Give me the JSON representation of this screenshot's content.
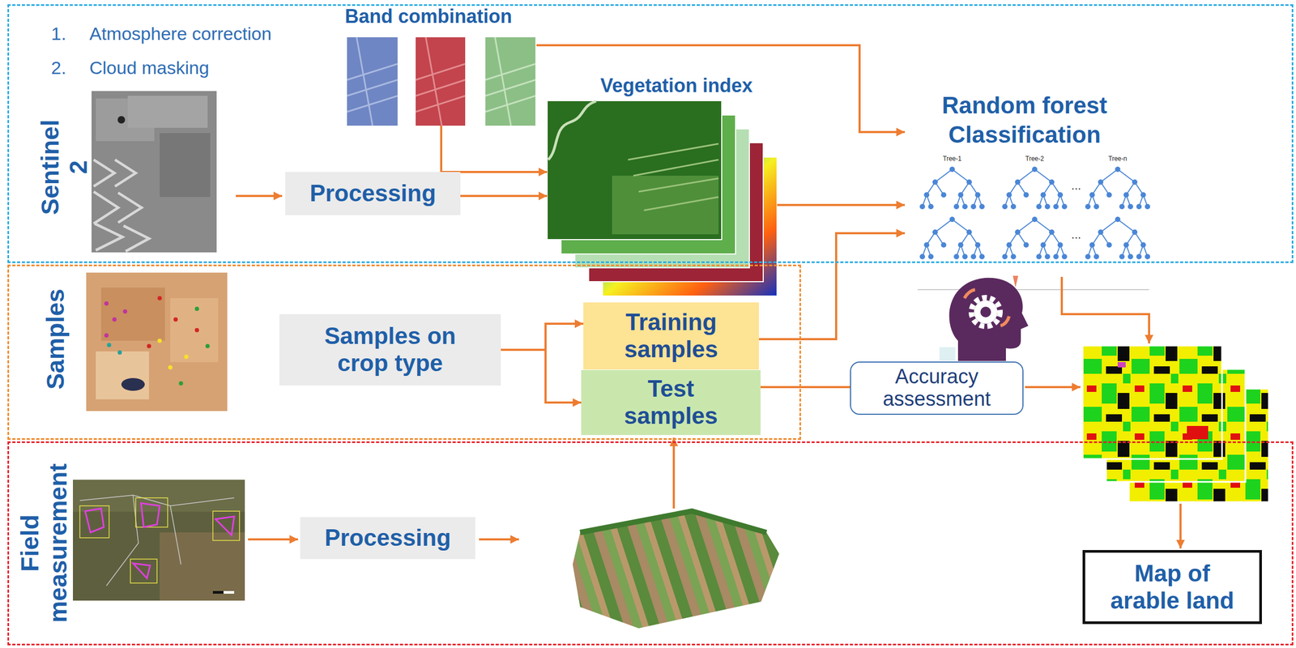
{
  "diagram": {
    "nodes": [
      {
        "text": [
          "Sentinel 2"
        ]
      },
      {
        "text": [
          "Band combination"
        ],
        "in": 0
      },
      {
        "text": [
          "Processing"
        ],
        "in": 0
      },
      {
        "text": [
          "Vegetation index"
        ],
        "in": 0
      },
      {
        "text": [
          "Random forest Classification"
        ],
        "in": 0
      },
      {
        "text": [
          "Samples"
        ]
      },
      {
        "text": [
          "Samples on crop type"
        ],
        "in": 5
      },
      {
        "text": [
          "Training samples"
        ],
        "in": 5
      },
      {
        "text": [
          "Test samples"
        ],
        "in": 5
      },
      {
        "text": [
          "Accuracy assessment"
        ]
      },
      {
        "text": [
          "Field measurement"
        ]
      },
      {
        "text": [
          "Processing"
        ],
        "in": 10
      },
      {
        "text": [
          "Map of arable land"
        ],
        "in": 10
      }
    ],
    "edges": [
      {
        "from": 1,
        "to": 3,
        "arrow": "to"
      },
      {
        "from": 2,
        "to": 3,
        "arrow": "to"
      },
      {
        "from": 1,
        "to": 4,
        "arrow": "to"
      },
      {
        "from": 3,
        "to": 4,
        "arrow": "to"
      },
      {
        "from": 7,
        "to": 4,
        "arrow": "to"
      },
      {
        "from": 6,
        "to": 7,
        "arrow": "to"
      },
      {
        "from": 6,
        "to": 8,
        "arrow": "to"
      },
      {
        "from": 8,
        "to": 9,
        "arrow": "none"
      }
    ],
    "labels": [
      "1.",
      "Atmosphere correction",
      "2.",
      "Cloud masking",
      "Tree-1",
      "Tree-2",
      "Tree-n",
      "...",
      "..."
    ]
  }
}
